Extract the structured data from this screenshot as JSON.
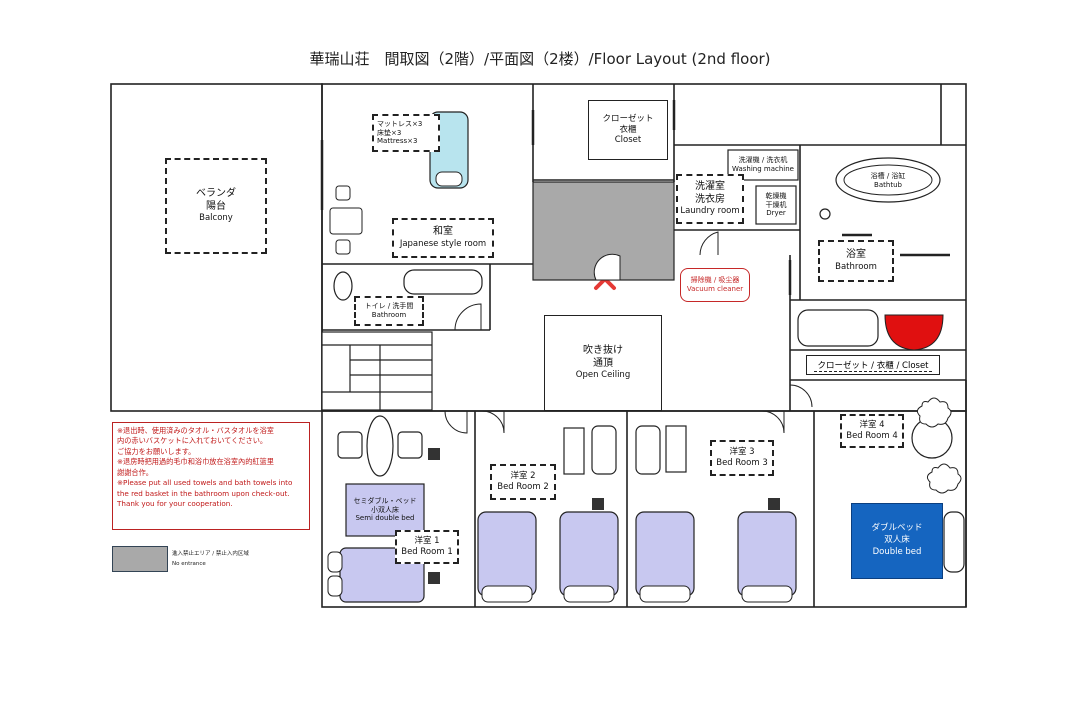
{
  "title": "華瑞山荘　間取図（2階）/平面図（2楼）/Floor Layout (2nd floor)",
  "rooms": {
    "balcony": [
      "ベランダ",
      "陽台",
      "Balcony"
    ],
    "japanese_room": [
      "和室",
      "Japanese style room"
    ],
    "bedding": [
      "マットレス×3",
      "床垫×3",
      "Mattress×3"
    ],
    "closet_top": [
      "クローゼット",
      "衣櫃",
      "Closet"
    ],
    "laundry": [
      "洗濯室",
      "洗衣房",
      "Laundry room"
    ],
    "washing_machine": [
      "洗濯機 / 洗衣机",
      "Washing machine"
    ],
    "dryer": [
      "乾燥機",
      "干燥机",
      "Dryer"
    ],
    "bathtub": [
      "浴槽 / 浴缸",
      "Bathtub"
    ],
    "bathroom": [
      "浴室",
      "Bathroom"
    ],
    "toilet": [
      "トイレ / 洗手間",
      "Bathroom"
    ],
    "vacuum": [
      "掃除機 / 吸尘器",
      "Vacuum cleaner"
    ],
    "open_ceiling": [
      "吹き抜け",
      "通頂",
      "Open Ceiling"
    ],
    "closet_bar": "クローゼット / 衣櫃 / Closet",
    "bedroom1": [
      "洋室 1",
      "Bed Room 1"
    ],
    "semi_double": [
      "セミダブル・ベッド",
      "小双人床",
      "Semi double bed"
    ],
    "bedroom2": [
      "洋室 2",
      "Bed Room 2"
    ],
    "bedroom3": [
      "洋室 3",
      "Bed Room 3"
    ],
    "bedroom4": [
      "洋室 4",
      "Bed Room 4"
    ],
    "double_bed": [
      "ダブルベッド",
      "双人床",
      "Double bed"
    ]
  },
  "note": [
    "※退出時、使用済みのタオル・バスタオルを浴室",
    "内の赤いバスケットに入れておいてください。",
    "ご協力をお願いします。",
    "※退房時把用過的毛巾和浴巾放在浴室內的紅篮里",
    "謝謝合作。",
    "※Please put all used towels and bath towels into the red basket in the bathroom upon check-out. Thank you for your cooperation."
  ],
  "legend": {
    "label_line1": "進入禁止エリア / 禁止入内区域",
    "label_line2": "No entrance"
  },
  "colors": {
    "wall": "#222222",
    "bed_fill": "#c8c8f0",
    "no_entry": "#a9a9a9",
    "double_bed": "#1565c0",
    "basket": "#e01010",
    "cross": "#e53935",
    "fixture_blue": "#b8e4ee"
  }
}
